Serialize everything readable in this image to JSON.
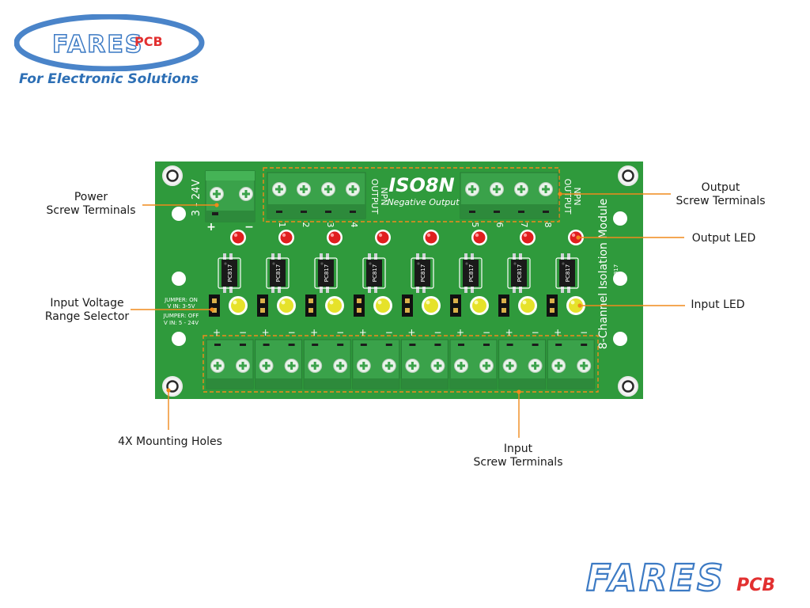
{
  "brand": {
    "logo_main": "FARES",
    "logo_sub": "PCB",
    "tagline": "For Electronic Solutions",
    "footer_main": "FARES",
    "footer_sub": "PCB"
  },
  "board": {
    "name": "ISO8N",
    "subtitle": "Negative Output",
    "side_title": "8-Channel Isolation Module",
    "power_label": "3 - 24V",
    "power_plus": "+",
    "power_minus": "−",
    "output_label_a": "OUTPUT",
    "output_label_b": "NPN",
    "chip_label": "PC817",
    "jumper_on": "JUMPER: ON",
    "jumper_on_range": "V IN: 3-5V",
    "jumper_off": "JUMPER: OFF",
    "jumper_off_range": "V IN: 5 - 24V",
    "output_numbers": [
      "1",
      "2",
      "3",
      "4",
      "5",
      "6",
      "7",
      "8"
    ],
    "input_polarity": [
      "+",
      "−"
    ]
  },
  "callouts": {
    "power": [
      "Power",
      "Screw Terminals"
    ],
    "output_terminals": [
      "Output",
      "Screw Terminals"
    ],
    "output_led": [
      "Output LED"
    ],
    "input_led": [
      "Input LED"
    ],
    "input_voltage": [
      "Input Voltage",
      "Range Selector"
    ],
    "mounting": [
      "4X Mounting Holes"
    ],
    "input_terminals": [
      "Input",
      "Screw Terminals"
    ]
  },
  "colors": {
    "pcb": "#2f9a3c",
    "terminal": "#3aa24a",
    "callout_line": "#f08a1c",
    "silkscreen": "#ffffff",
    "brand_blue": "#3c7ac4",
    "brand_red": "#e23030",
    "output_led": "#e01e1e",
    "input_led": "#e6e22a"
  }
}
